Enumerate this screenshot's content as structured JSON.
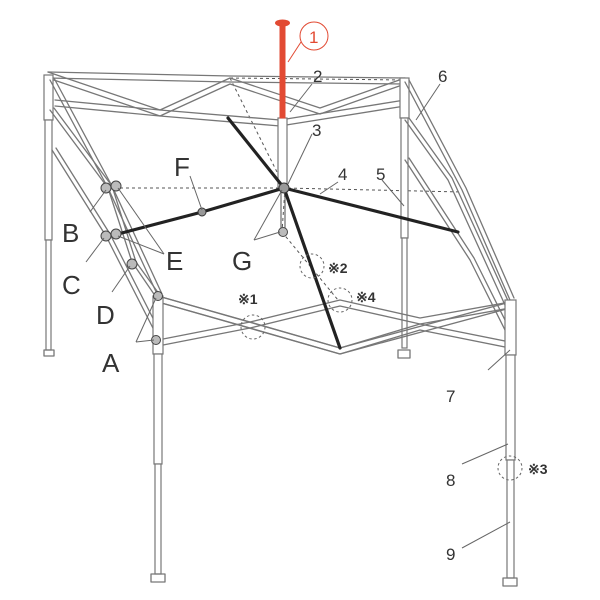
{
  "labels": {
    "n1": "1",
    "n2": "2",
    "n3": "3",
    "n4": "4",
    "n5": "5",
    "n6": "6",
    "n7": "7",
    "n8": "8",
    "n9": "9",
    "A": "A",
    "B": "B",
    "C": "C",
    "D": "D",
    "E": "E",
    "F": "F",
    "G": "G"
  },
  "notes": {
    "r1": "※1",
    "r2": "※2",
    "r3": "※3",
    "r4": "※4"
  },
  "colors": {
    "highlight": "#e24a33",
    "rib": "#222222",
    "frame": "#777777"
  }
}
